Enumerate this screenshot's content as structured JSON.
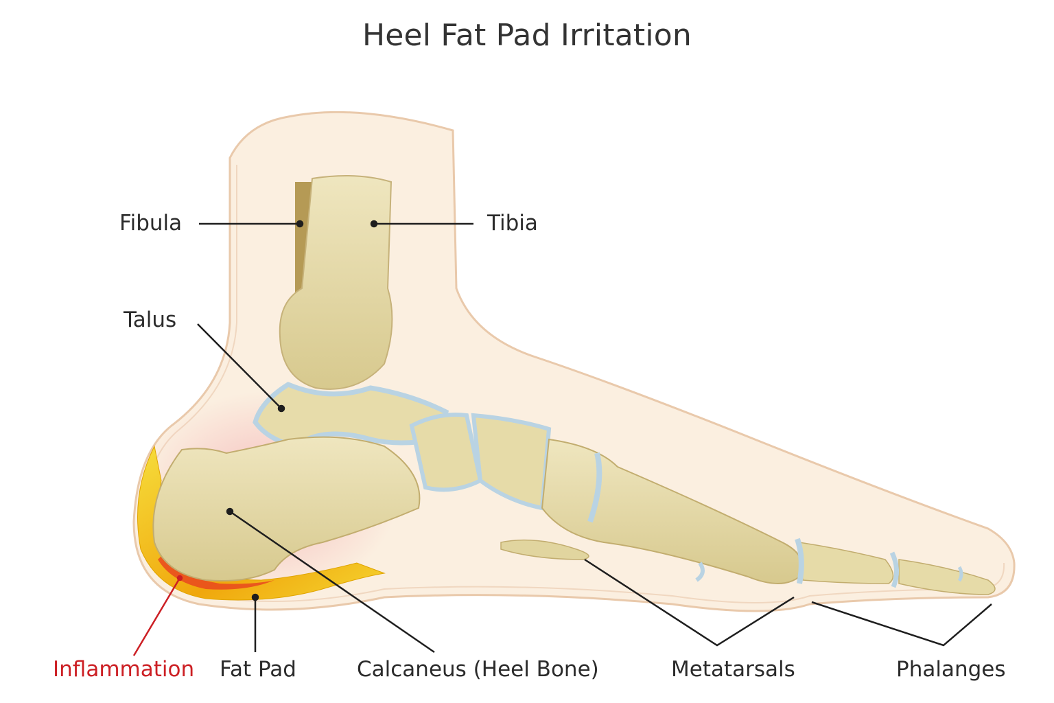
{
  "title": "Heel Fat Pad Irritation",
  "labels": {
    "fibula": "Fibula",
    "tibia": "Tibia",
    "talus": "Talus",
    "inflammation": "Inflammation",
    "fat_pad": "Fat Pad",
    "calcaneus": "Calcaneus (Heel Bone)",
    "metatarsals": "Metatarsals",
    "phalanges": "Phalanges"
  },
  "colors": {
    "skin": "#fbeedd",
    "skin_outline": "#e8c9a8",
    "bone": "#e6dcaa",
    "bone_shadow": "#c9b97a",
    "cartilage": "#b9d3e3",
    "fat": "#f2c300",
    "inflammation": "#e8411f",
    "inflammation_glow": "#f7c9c9",
    "leader_line": "#1e1e1e",
    "inflammation_label": "#cc1f24"
  }
}
